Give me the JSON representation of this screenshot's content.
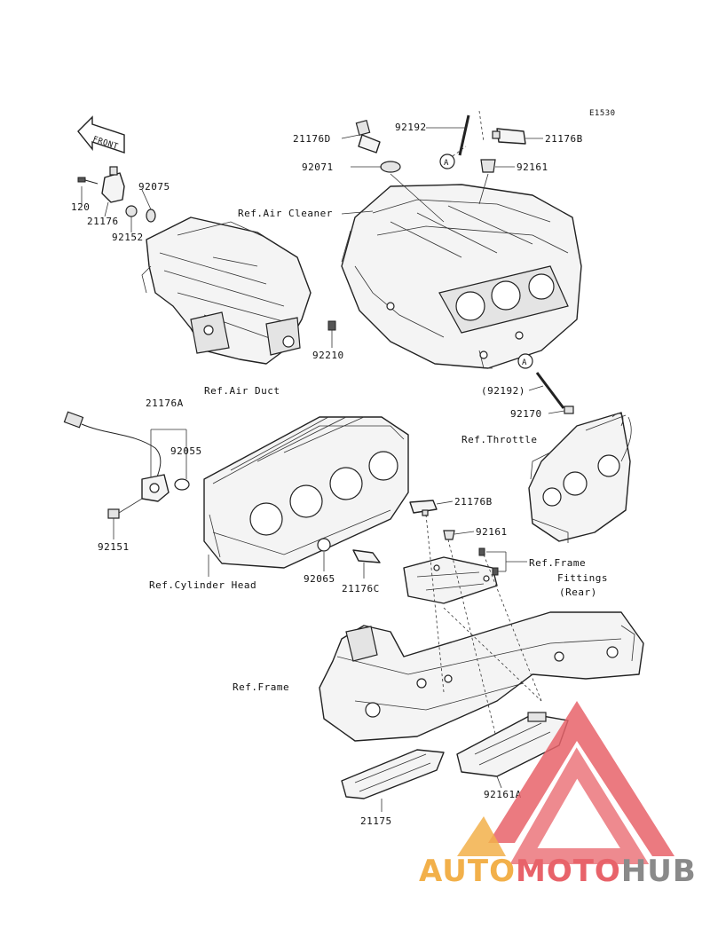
{
  "diagram_code": "E1530",
  "front_label": "FRONT",
  "labels": {
    "p21176D": "21176D",
    "p92192": "92192",
    "p21176B_top": "21176B",
    "p92071": "92071",
    "p92161_top": "92161",
    "refAirCleaner": "Ref.Air Cleaner",
    "p92075": "92075",
    "p120": "120",
    "p21176": "21176",
    "p92152": "92152",
    "p92210": "92210",
    "refAirDuct": "Ref.Air Duct",
    "p92192_paren": "(92192)",
    "p92170": "92170",
    "refThrottle": "Ref.Throttle",
    "p21176A": "21176A",
    "p92055": "92055",
    "p92151": "92151",
    "p21176B_mid": "21176B",
    "p92161_mid": "92161",
    "refFrameFittings1": "Ref.Frame",
    "refFrameFittings2": "Fittings",
    "refFrameFittings3": "(Rear)",
    "p92065": "92065",
    "p21176C": "21176C",
    "refCylinderHead": "Ref.Cylinder Head",
    "refFrame": "Ref.Frame",
    "p92161A": "92161A",
    "p21175": "21175",
    "ref_A1": "A",
    "ref_A2": "A"
  },
  "watermark": {
    "part1": "AUTO",
    "part2": "MOTO",
    "part3": "HUB"
  },
  "colors": {
    "wm_orange": "#f2b04a",
    "wm_red": "#e8636a",
    "wm_gray": "#8a8a8a"
  }
}
